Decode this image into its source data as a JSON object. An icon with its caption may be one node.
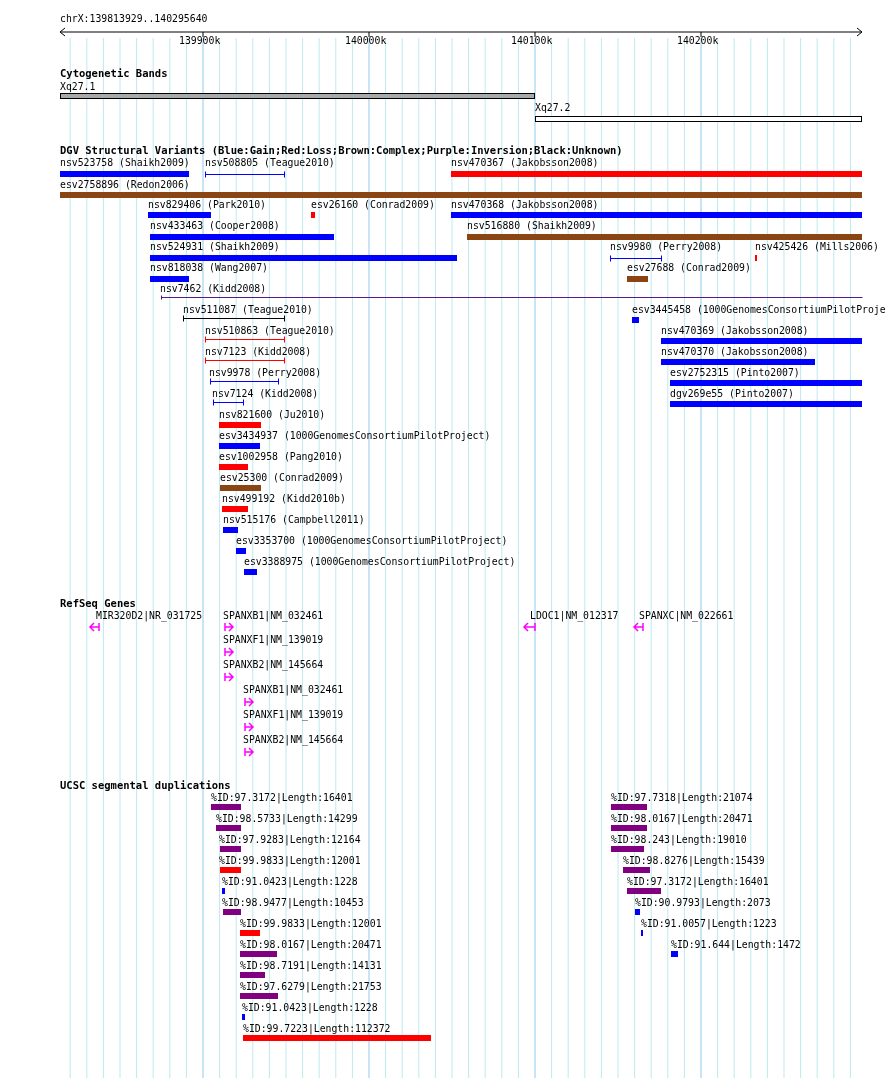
{
  "diagram": {
    "nodes": [
      {
        "text": [
          "Xq27.1"
        ]
      },
      {
        "text": [
          "Xq27.2"
        ]
      },
      {
        "text": [
          "nsv523758 (Shaikh2009)"
        ]
      },
      {
        "text": [
          "nsv508805 (Teague2010)"
        ]
      },
      {
        "text": [
          "nsv470367 (Jakobsson2008)"
        ]
      },
      {
        "text": [
          "esv2758896 (Redon2006)"
        ]
      },
      {
        "text": [
          "nsv829406 (Park2010)"
        ]
      },
      {
        "text": [
          "esv26160 (Conrad2009)"
        ]
      },
      {
        "text": [
          "nsv470368 (Jakobsson2008)"
        ]
      },
      {
        "text": [
          "nsv433463 (Cooper2008)"
        ]
      },
      {
        "text": [
          "nsv516880 (Shaikh2009)"
        ]
      },
      {
        "text": [
          "nsv524931 (Shaikh2009)"
        ]
      },
      {
        "text": [
          "nsv9980 (Perry2008)"
        ]
      },
      {
        "text": [
          "nsv425426 (Mills2006)"
        ]
      },
      {
        "text": [
          "nsv818038 (Wang2007)"
        ]
      },
      {
        "text": [
          "esv27688 (Conrad2009)"
        ]
      },
      {
        "text": [
          "nsv7462 (Kidd2008)"
        ]
      },
      {
        "text": [
          "nsv511087 (Teague2010)"
        ]
      },
      {
        "text": [
          "esv3445458 (1000GenomesConsortiumPilotProje"
        ]
      },
      {
        "text": [
          "nsv510863 (Teague2010)"
        ]
      },
      {
        "text": [
          "nsv470369 (Jakobsson2008)"
        ]
      },
      {
        "text": [
          "nsv7123 (Kidd2008)"
        ]
      },
      {
        "text": [
          "nsv470370 (Jakobsson2008)"
        ]
      },
      {
        "text": [
          "nsv9978 (Perry2008)"
        ]
      },
      {
        "text": [
          "esv2752315 (Pinto2007)"
        ]
      },
      {
        "text": [
          "nsv7124 (Kidd2008)"
        ]
      },
      {
        "text": [
          "dgv269e55 (Pinto2007)"
        ]
      },
      {
        "text": [
          "nsv821600 (Ju2010)"
        ]
      },
      {
        "text": [
          "esv3434937 (1000GenomesConsortiumPilotProject)"
        ]
      },
      {
        "text": [
          "esv1002958 (Pang2010)"
        ]
      },
      {
        "text": [
          "esv25300 (Conrad2009)"
        ]
      },
      {
        "text": [
          "nsv499192 (Kidd2010b)"
        ]
      },
      {
        "text": [
          "nsv515176 (Campbell2011)"
        ]
      },
      {
        "text": [
          "esv3353700 (1000GenomesConsortiumPilotProject)"
        ]
      },
      {
        "text": [
          "esv3388975 (1000GenomesConsortiumPilotProject)"
        ]
      },
      {
        "text": [
          "MIR320D2|NR_031725"
        ]
      },
      {
        "text": [
          "SPANXB1|NM_032461"
        ]
      },
      {
        "text": [
          "LDOC1|NM_012317"
        ]
      },
      {
        "text": [
          "SPANXC|NM_022661"
        ]
      },
      {
        "text": [
          "SPANXF1|NM_139019"
        ]
      },
      {
        "text": [
          "SPANXB2|NM_145664"
        ]
      },
      {
        "text": [
          "SPANXB1|NM_032461"
        ]
      },
      {
        "text": [
          "SPANXF1|NM_139019"
        ]
      },
      {
        "text": [
          "SPANXB2|NM_145664"
        ]
      },
      {
        "text": [
          "%ID:97.3172|Length:16401"
        ]
      },
      {
        "text": [
          "%ID:97.7318|Length:21074"
        ]
      },
      {
        "text": [
          "%ID:98.5733|Length:14299"
        ]
      },
      {
        "text": [
          "%ID:98.0167|Length:20471"
        ]
      },
      {
        "text": [
          "%ID:97.9283|Length:12164"
        ]
      },
      {
        "text": [
          "%ID:98.243|Length:19010"
        ]
      },
      {
        "text": [
          "%ID:99.9833|Length:12001"
        ]
      },
      {
        "text": [
          "%ID:98.8276|Length:15439"
        ]
      },
      {
        "text": [
          "%ID:91.0423|Length:1228"
        ]
      },
      {
        "text": [
          "%ID:97.3172|Length:16401"
        ]
      },
      {
        "text": [
          "%ID:98.9477|Length:10453"
        ]
      },
      {
        "text": [
          "%ID:90.9793|Length:2073"
        ]
      },
      {
        "text": [
          "%ID:99.9833|Length:12001"
        ]
      },
      {
        "text": [
          "%ID:91.0057|Length:1223"
        ]
      },
      {
        "text": [
          "%ID:98.0167|Length:20471"
        ]
      },
      {
        "text": [
          "%ID:91.644|Length:1472"
        ]
      },
      {
        "text": [
          "%ID:98.7191|Length:14131"
        ]
      },
      {
        "text": [
          "%ID:97.6279|Length:21753"
        ]
      },
      {
        "text": [
          "%ID:91.0423|Length:1228"
        ]
      },
      {
        "text": [
          "%ID:99.7223|Length:112372"
        ]
      }
    ],
    "labels": [
      "chrX:139813929..140295640",
      "139900k",
      "140000k",
      "140100k",
      "140200k",
      "Cytogenetic Bands",
      "DGV Structural Variants (Blue:Gain;Red:Loss;Brown:Complex;Purple:Inversion;Black:Unknown)",
      "RefSeq Genes",
      "UCSC segmental duplications"
    ]
  }
}
